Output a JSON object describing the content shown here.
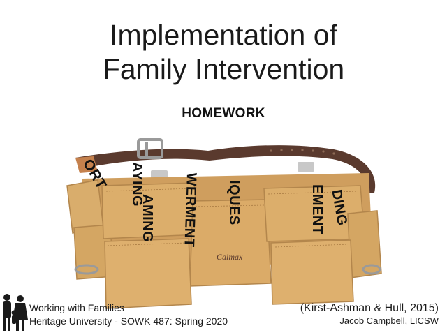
{
  "slide": {
    "title_line1": "Implementation of",
    "title_line2": "Family Intervention",
    "subtitle": "HOMEWORK",
    "pocket_labels": [
      "ORT",
      "AYING",
      "AMING",
      "WERMENT",
      "IQUES",
      "EMENT",
      "DING"
    ],
    "brand_stamp": "Calmax"
  },
  "footer": {
    "course_line1": "Working with Families",
    "course_line2": "Heritage University - SOWK 487: Spring 2020",
    "citation": "(Kirst-Ashman & Hull, 2015)",
    "author": "Jacob Campbell, LICSW"
  },
  "colors": {
    "leather": "#d6a866",
    "leather_dark": "#b98a4c",
    "strap": "#5a3a2e",
    "buckle": "#9a9a9a"
  }
}
